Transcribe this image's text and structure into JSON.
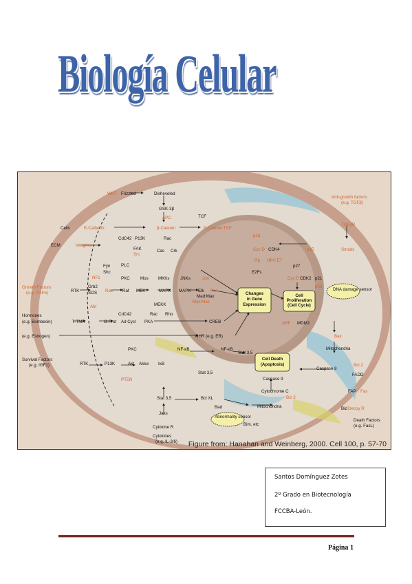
{
  "title": "Biología Celular",
  "figure": {
    "caption": "Figure from: Hanahan and Weinberg, 2000. Cell 100, p. 57-70",
    "labels": {
      "wnt": "WNT",
      "frizzled": "Frizzled",
      "disheveled": "Disheveled",
      "gsk": "GSK-3β",
      "apc": "APC",
      "tcf": "TCF",
      "cells": "Cells",
      "ecadherin": "E-Catherin",
      "bcatenin": "β-Catenin",
      "bcatenin_tcf": "β-Catenin:TCF",
      "ecm": "ECM",
      "integrins": "Integrins",
      "cdc42": "CdC42",
      "p13k": "P13K",
      "rac": "Rac",
      "fak": "FAK",
      "src": "Src",
      "cas": "Cas",
      "crk": "Crk",
      "fyn": "Fyn",
      "shc": "Shc",
      "plc": "PLC",
      "nf1": "NF1",
      "pkc": "PKC",
      "mos": "Mos",
      "mkks": "MKKs",
      "jnks": "JNKs",
      "jun": "Jun",
      "growth_factors": "Growth Factors",
      "growth_eg": "(e.g. TGFα)",
      "rtk": "RTK",
      "grb2": "Grb2",
      "sos": "SOS",
      "ras": "Ras",
      "raf": "Raf",
      "mek": "MEK",
      "mapk": "MAPK",
      "mapk2": "MAPK",
      "elk": "Elk",
      "fos": "Fos",
      "abl": "Abl",
      "mekk": "MEKK",
      "mad_max": "Mad:Max",
      "myc_max": "Myc:Max",
      "cdc42b": "CdC42",
      "rac2": "Rac",
      "rho": "Rho",
      "hormones": "Hormones",
      "bombesin": "(e.g. Bombesin)",
      "tmr": "7-TMR",
      "gprot": "G-Prot",
      "adcycl": "Ad Cycl",
      "pka": "PKA",
      "creb": "CREB",
      "estrogen": "(e.g. Estrogen)",
      "nhr": "NHR (e.g. ER)",
      "survival": "Survival Factors",
      "survival_eg": "(e.g. IGF1)",
      "rtk2": "RTK",
      "p13k2": "P13K",
      "akt": "Akt",
      "akka": "Akkα",
      "ikb": "IκB",
      "pkc2": "PKC",
      "nfkb": "NF-κB",
      "nfkb2": "NF-κB",
      "pten": "PTEN",
      "stat35": "Stat 3,5",
      "stat35b": "Stat 3,5",
      "stat35c": "Stat 3,5",
      "bclxl": "Bcl XL",
      "bad": "Bad",
      "jaks": "Jaks",
      "cytokine_r": "Cytokine R",
      "cytokines": "Cytokines",
      "cytokines_eg": "(e.g. IL-3/6)",
      "changes": "Changes in Gene Expression",
      "cell_prolif": "Cell Proliferation (Cell Cycle)",
      "cell_death": "Cell Death (Apoptosis)",
      "p16": "p16",
      "cycd": "Cyc D",
      "cdk4": "CDK4",
      "p15": "p15",
      "rb": "Rb",
      "hpv": "HPV E7",
      "e2fs": "E2Fs",
      "p27": "p27",
      "cyce": "Cyc E",
      "cdk2": "CDK2",
      "p21": "p21",
      "p53": "p53",
      "dna_damage": "DNA damage sensor",
      "arf": "ARF",
      "mdm2": "MDM2",
      "bax": "Bax",
      "mitochondria": "Mitochondria",
      "mitochondria2": "Mitochondria",
      "bcl2": "Bcl 2",
      "bcl2b": "Bcl 2",
      "caspase8": "Caspase 8",
      "caspase9": "Caspase 9",
      "cytochrome": "Cytochrome C",
      "fadd": "FADD",
      "fap": "FAP",
      "fas": "Fas",
      "decoy": "Decoy R",
      "bid": "Bid",
      "bim": "Bim, etc",
      "abnormality": "Abnormality sensor",
      "death_factors": "Death Factors",
      "death_eg": "(e.g. FasL)",
      "antigrowth": "Anti-growth factors",
      "antigrowth_eg": "(e.g. TGFβ)",
      "tgfbr": "TGFβR",
      "smads": "Smads"
    }
  },
  "info": {
    "author": "Santos Domínguez Zotes",
    "course": "2º Grado en Biotecnología",
    "faculty": "FCCBA-León."
  },
  "footer": {
    "page": "Página 1"
  },
  "colors": {
    "title": "#3d63a8",
    "label_orange": "#d2642a",
    "membrane": "#c49a86",
    "nucleus": "#b89a88",
    "rule": "#7a2a2a"
  }
}
